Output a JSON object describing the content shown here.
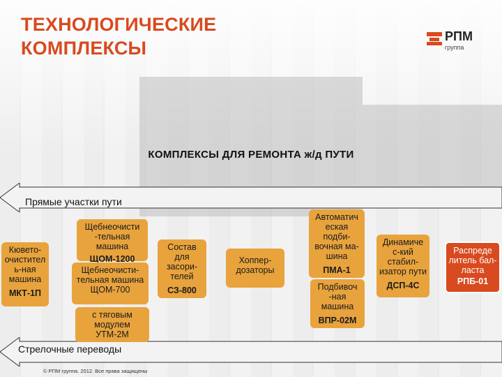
{
  "title": {
    "line1": "ТЕХНОЛОГИЧЕСКИЕ",
    "line2": "КОМПЛЕКСЫ"
  },
  "logo": {
    "word": "РПМ",
    "sub": "группа"
  },
  "subtitle": "КОМПЛЕКСЫ ДЛЯ РЕМОНТА ж/д ПУТИ",
  "arrows": {
    "top": "Прямые участки пути",
    "bottom": "Стрелочные переводы"
  },
  "machines": {
    "kmo": {
      "name": "Кювето-очистител ь-ная машина",
      "code": "МКТ-1П"
    },
    "shom_top": {
      "name": "Щебнеочисти -тельная машина",
      "code": "ЩОМ-1200"
    },
    "shom_bot": {
      "name": "Щебнеочисти-тельная машина ЩОМ-700"
    },
    "utm": {
      "name": "с тяговым модулем УТМ-2М"
    },
    "sostav": {
      "name": "Состав для засори-телей",
      "code": "СЗ-800"
    },
    "hopper": {
      "name": "Хоппер-дозаторы"
    },
    "pma": {
      "name": "Автоматич еская подби-вочная ма-шина",
      "code": "ПМА-1"
    },
    "vpr": {
      "name": "Подбивоч -ная машина",
      "code": "ВПР-02М"
    },
    "dsp": {
      "name": "Динамиче с-кий стабил-изатор пути",
      "code": "ДСП-4С"
    },
    "rpb": {
      "name": "Распреде литель бал-ласта",
      "code": "РПБ-01"
    }
  },
  "footer": "© РПМ группа. 2012. Все права защищены",
  "colors": {
    "accent": "#d84a1f",
    "box": "#e8a33d"
  }
}
